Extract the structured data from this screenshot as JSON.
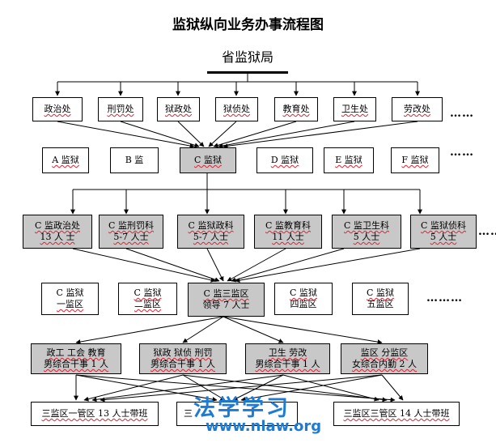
{
  "title": "监狱纵向业务办事流程图",
  "top": "省监狱局",
  "departments": [
    "政治处",
    "刑罚处",
    "狱政处",
    "狱侦处",
    "教育处",
    "卫生处",
    "劳改处"
  ],
  "prisons": [
    {
      "label": "A 监狱",
      "highlight": false
    },
    {
      "label": "B 监",
      "highlight": false
    },
    {
      "label": "C 监狱",
      "highlight": true
    },
    {
      "label": "D 监狱",
      "highlight": false
    },
    {
      "label": "E 监狱",
      "highlight": false
    },
    {
      "label": "F 监狱",
      "highlight": false
    }
  ],
  "sections": [
    {
      "line1": "C 监政治处",
      "line2": "13 人 士"
    },
    {
      "line1": "C 监刑罚科",
      "line2": "5-7 人士"
    },
    {
      "line1": "C 监狱政科",
      "line2": "5-7 人士"
    },
    {
      "line1": "C 监教育科",
      "line2": "11 人士"
    },
    {
      "line1": "C 监卫生科",
      "line2": "5 人士"
    },
    {
      "line1": "C 监狱侦科",
      "line2": "5 人士"
    }
  ],
  "districts": [
    {
      "line1": "C 监狱",
      "line2": "一监区"
    },
    {
      "line1": "C 监狱",
      "line2": "二监区"
    },
    {
      "line1": "C 监三监区",
      "line2": "领导 7 人士"
    },
    {
      "line1": "C 监狱",
      "line2": "四监区"
    },
    {
      "line1": "C 监狱",
      "line2": "五监区"
    }
  ],
  "officers": [
    {
      "line1": "政工 工会 教育",
      "line2": "男综合干事 1 人"
    },
    {
      "line1": "狱政 狱侦 刑罚",
      "line2": "男综合干事 1 人"
    },
    {
      "line1": "卫生 劳改",
      "line2": "男综合干事 1 人"
    },
    {
      "line1": "监区 分监区",
      "line2": "女综合内勤 2 人"
    }
  ],
  "teams": [
    "三监区一管区 13 人士带班",
    "三",
    "三监区三管区 14 人士带班"
  ],
  "ellipsis": "……",
  "ellipsis_long": "………",
  "watermark": {
    "logo": "法学学习",
    "url": "www.nlaw.org"
  }
}
